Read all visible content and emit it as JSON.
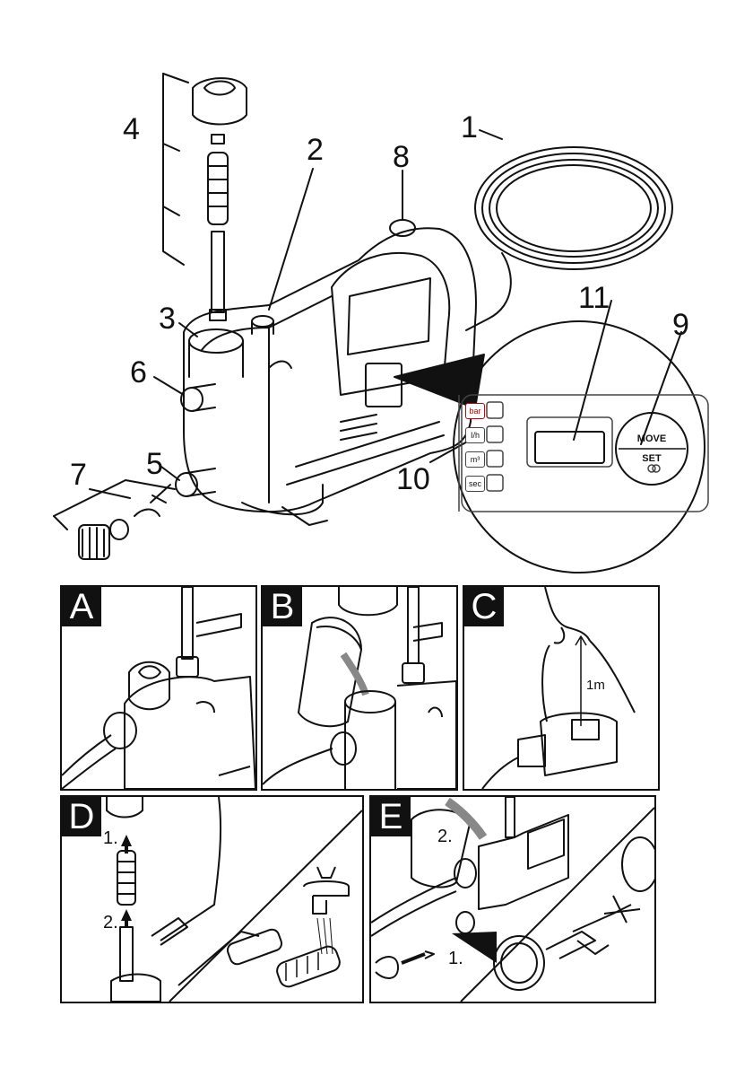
{
  "callouts": {
    "c1": "1",
    "c2": "2",
    "c3": "3",
    "c4": "4",
    "c5": "5",
    "c6": "6",
    "c7": "7",
    "c8": "8",
    "c9": "9",
    "c10": "10",
    "c11": "11"
  },
  "control_panel": {
    "buttons": [
      "bar",
      "I/h",
      "m³",
      "sec"
    ],
    "dial_top": "MOVE",
    "dial_bottom": "SET"
  },
  "panels": {
    "A": {
      "label": "A"
    },
    "B": {
      "label": "B"
    },
    "C": {
      "label": "C",
      "height_text": "1m"
    },
    "D": {
      "label": "D",
      "step1": "1.",
      "step2": "2."
    },
    "E": {
      "label": "E",
      "step1": "1.",
      "step2": "2."
    }
  },
  "colors": {
    "line": "#111111",
    "accent_red": "#cc0000"
  }
}
